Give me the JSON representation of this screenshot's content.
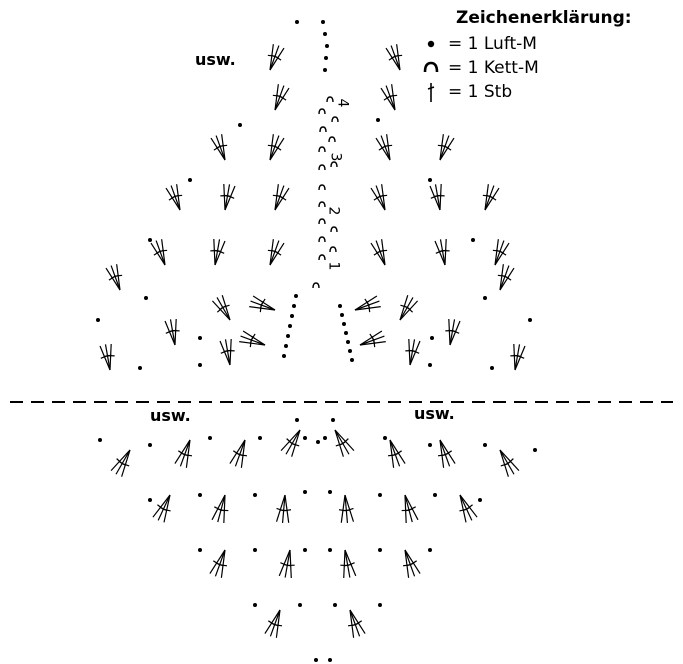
{
  "legend": {
    "title": "Zeichenerklärung:",
    "items": [
      {
        "icon": "chain-stitch-dot-icon",
        "label": "= 1 Luft-M"
      },
      {
        "icon": "slip-stitch-arc-icon",
        "label": "= 1 Kett-M"
      },
      {
        "icon": "double-crochet-mark-icon",
        "label": "= 1 Stb"
      }
    ]
  },
  "continue_labels": {
    "top": "usw.",
    "bottom_left": "usw.",
    "bottom_right": "usw."
  },
  "row_numbers": [
    "1",
    "2",
    "3",
    "4"
  ],
  "colors": {
    "ink": "#000000",
    "background": "#ffffff"
  }
}
